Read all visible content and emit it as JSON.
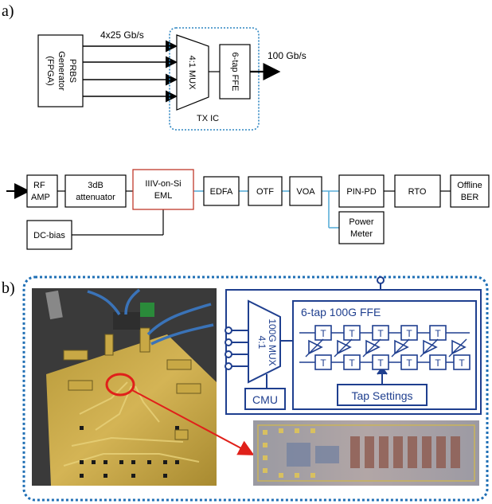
{
  "part_a": {
    "label": "a)",
    "tx": {
      "prbs_lines": [
        "PRBS",
        "Generator",
        "(FPGA)"
      ],
      "rate_in": "4x25 Gb/s",
      "mux": "4:1 MUX",
      "ffe": "6-tap FFE",
      "tx_ic": "TX IC",
      "rate_out": "100 Gb/s"
    },
    "chain": {
      "rf_amp": [
        "RF",
        "AMP"
      ],
      "attenuator": [
        "3dB",
        "attenuator"
      ],
      "eml": [
        "IIIV-on-Si",
        "EML"
      ],
      "edfa": "EDFA",
      "otf": "OTF",
      "voa": "VOA",
      "pin_pd": "PIN-PD",
      "rto": "RTO",
      "offline_ber": [
        "Offline",
        "BER"
      ],
      "dc_bias": "DC-bias",
      "power_meter": [
        "Power",
        "Meter"
      ]
    },
    "colors": {
      "eml_border": "#c0392b",
      "fiber": "#5aaed8",
      "tx_ic_border": "#2e86c1"
    }
  },
  "part_b": {
    "label": "b)",
    "circuit": {
      "mux": [
        "4:1",
        "100G MUX"
      ],
      "ffe_title": "6-tap 100G FFE",
      "tap_label": "T",
      "cmu": "CMU",
      "tap_settings": "Tap Settings"
    },
    "colors": {
      "frame": "#1f6fb5",
      "circuit": "#1f3f8f",
      "arrow": "#e0201a"
    }
  }
}
